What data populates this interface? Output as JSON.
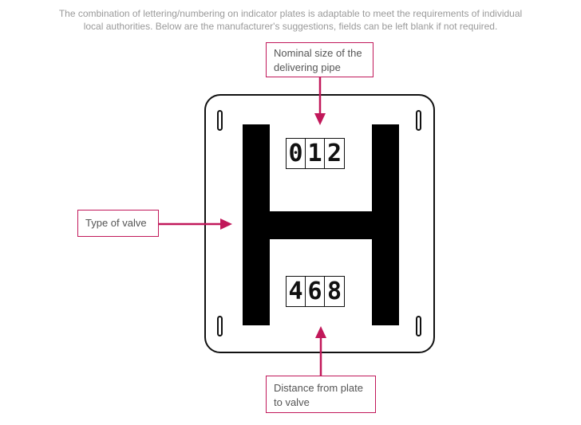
{
  "intro": {
    "line1": "The combination of lettering/numbering on indicator plates is adaptable to  meet the requirements of individual",
    "line2": "local authorities. Below are the manufacturer's suggestions, fields can be left blank if not required."
  },
  "plate": {
    "letter": "H",
    "top_digits": [
      "0",
      "1",
      "2"
    ],
    "bottom_digits": [
      "4",
      "6",
      "8"
    ]
  },
  "callouts": {
    "nominal_size": {
      "line1": "Nominal size of the",
      "line2": "delivering pipe"
    },
    "valve_type": {
      "line1": "Type of valve"
    },
    "distance": {
      "line1": "Distance from plate",
      "line2": "to valve"
    }
  },
  "colors": {
    "accent": "#c1185a",
    "plate_ink": "#000000",
    "intro_text": "#9a9a9a"
  }
}
